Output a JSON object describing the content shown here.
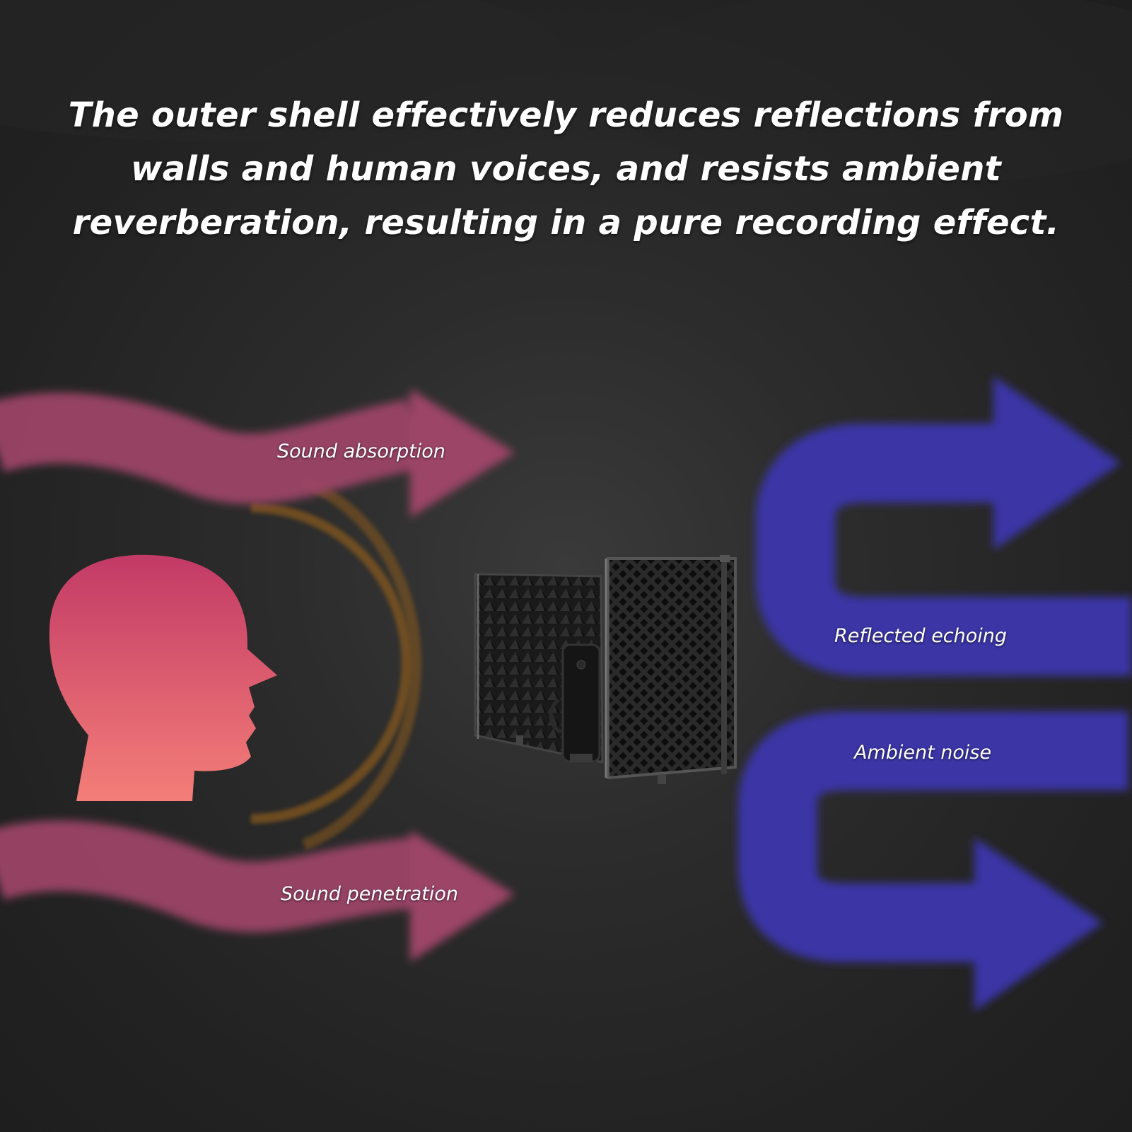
{
  "headline": "The outer shell effectively reduces reflections from walls and human voices, and resists ambient reverberation, resulting in a pure recording effect.",
  "labels": {
    "sound_absorption": "Sound absorption",
    "sound_penetration": "Sound penetration",
    "reflected_echoing": "Reflected echoing",
    "ambient_noise": "Ambient noise"
  },
  "colors": {
    "background": "#222222",
    "wave_arrow": "#9c4466",
    "echo_arrow": "#3a35a6",
    "head_top": "#c23a66",
    "head_bottom": "#f47e78",
    "sound_ring": "#8a5a1c"
  },
  "icons": [
    "head-silhouette-icon",
    "microphone-isolation-shield-icon"
  ]
}
